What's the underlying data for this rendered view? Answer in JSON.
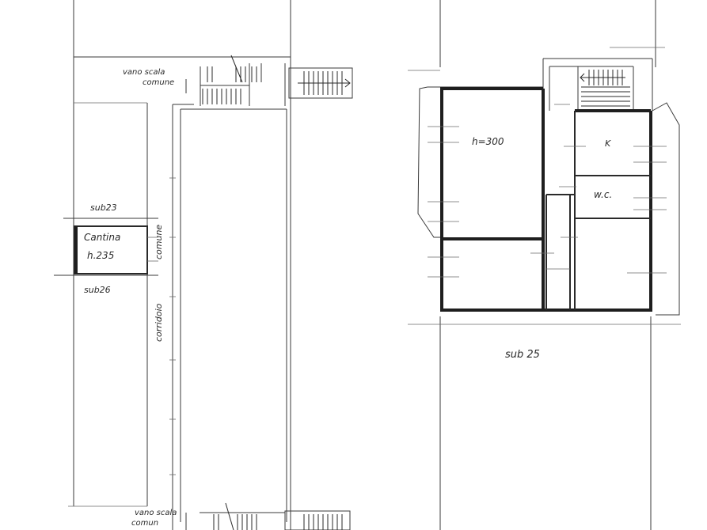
{
  "labels": {
    "stair_top": "vano scala",
    "stair_top_sub": "comune",
    "sub_left_upper": "sub23",
    "cellar_title": "Cantina",
    "cellar_height": "h.235",
    "corridor_vertical": "corridoio",
    "corridor_vertical_2": "comune",
    "sub_left_lower": "sub26",
    "room_height": "h=300",
    "kitchen": "K",
    "wc": "w.c.",
    "sub_right": "sub 25",
    "stair_bottom": "vano scala",
    "stair_bottom_sub": "comun"
  }
}
